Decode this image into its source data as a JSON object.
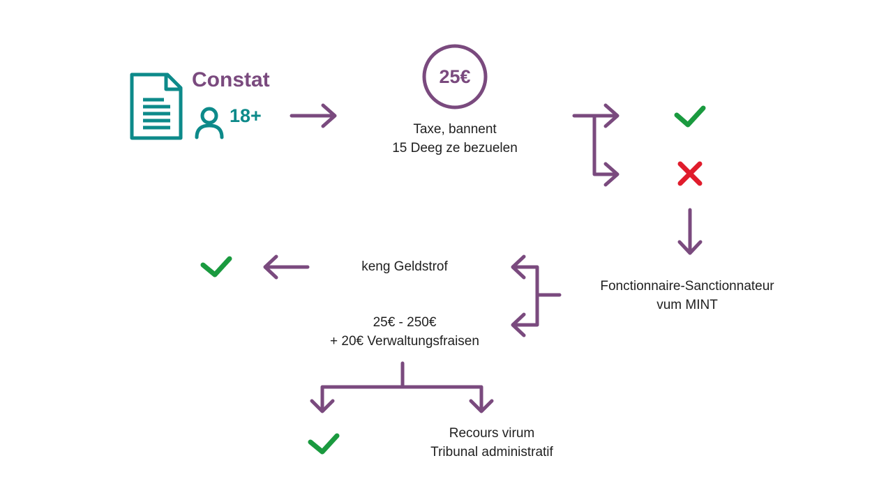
{
  "colors": {
    "flow": "#7a4a7e",
    "teal": "#0d8a8a",
    "ok": "#1a9a3f",
    "no": "#e01c2c"
  },
  "start": {
    "title": "Constat",
    "age": "18+",
    "icons": [
      "document-icon",
      "person-icon"
    ]
  },
  "tax": {
    "amount": "25€",
    "line1": "Taxe, bannent",
    "line2": "15 Deeg ze bezuelen"
  },
  "outcomes": {
    "paid": "check-icon",
    "unpaid": "cross-icon"
  },
  "sanctioner": {
    "line1": "Fonctionnaire-Sanctionnateur",
    "line2": "vum MINT"
  },
  "no_fine": {
    "label": "keng Geldstrof",
    "icon": "check-icon"
  },
  "fine": {
    "line1": "25€ - 250€",
    "line2": "+ 20€ Verwaltungsfraisen"
  },
  "appeal": {
    "line1": "Recours virum",
    "line2": "Tribunal administratif",
    "accept_icon": "check-icon"
  }
}
